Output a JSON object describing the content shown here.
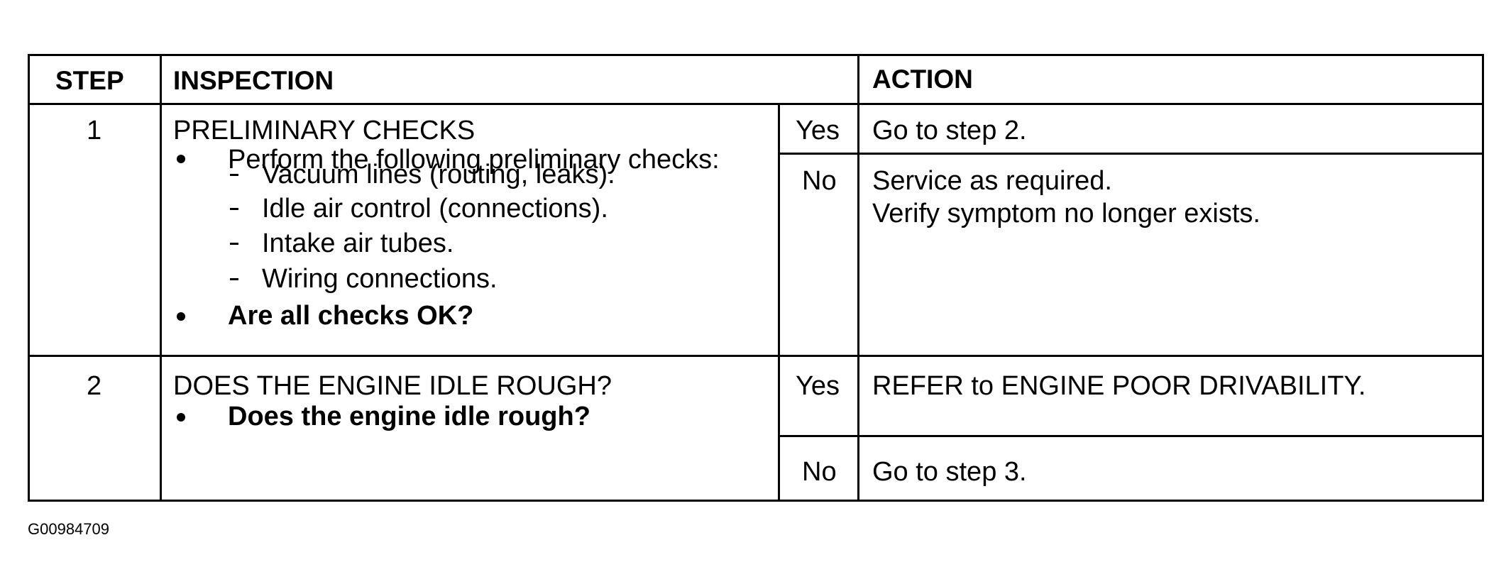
{
  "header": {
    "step": "STEP",
    "inspection": "INSPECTION",
    "action": "ACTION"
  },
  "rows": [
    {
      "step": "1",
      "title": "PRELIMINARY CHECKS",
      "bullet1": "Perform the following preliminary checks:",
      "subitems": [
        "Vacuum lines (routing, leaks).",
        "Idle air control (connections).",
        "Intake air tubes.",
        "Wiring connections."
      ],
      "question": "Are all checks OK?",
      "yes_label": "Yes",
      "yes_action": "Go to step 2.",
      "no_label": "No",
      "no_action_line1": "Service as required.",
      "no_action_line2": "Verify symptom no longer exists."
    },
    {
      "step": "2",
      "title": "DOES THE ENGINE IDLE ROUGH?",
      "question": "Does the engine idle rough?",
      "yes_label": "Yes",
      "yes_action": "REFER to ENGINE POOR DRIVABILITY.",
      "no_label": "No",
      "no_action": "Go to step 3."
    }
  ],
  "figure_id": "G00984709"
}
